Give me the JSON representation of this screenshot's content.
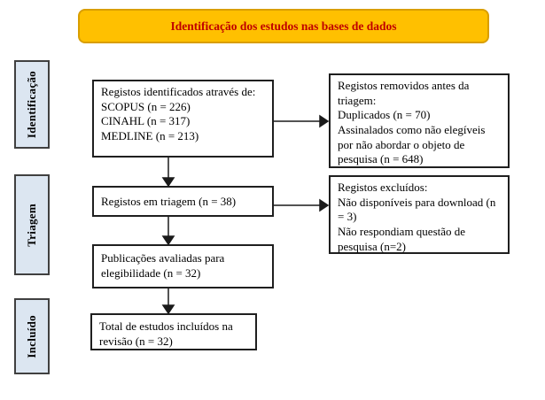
{
  "colors": {
    "header_bg": "#FFC000",
    "header_border": "#D99E00",
    "header_text": "#C00000",
    "stage_bg": "#DCE6F1",
    "stage_border": "#404040",
    "box_border": "#1F1F1F",
    "arrow": "#1A1A1A"
  },
  "header": {
    "title": "Identificação dos estudos nas bases de dados"
  },
  "stages": [
    {
      "label": "Identificação"
    },
    {
      "label": "Triagem"
    },
    {
      "label": "Incluído"
    }
  ],
  "flow": {
    "identified": {
      "lines": [
        "Registos identificados através de:",
        "SCOPUS (n = 226)",
        "CINAHL (n = 317)",
        "MEDLINE (n = 213)"
      ]
    },
    "removed": {
      "lines": [
        "Registos removidos antes da triagem:",
        "Duplicados (n = 70)",
        "Assinalados como não elegíveis por não abordar o objeto de pesquisa (n = 648)"
      ]
    },
    "screening": {
      "label": "Registos em triagem (n = 38)"
    },
    "excluded": {
      "lines": [
        "Registos excluídos:",
        "Não disponíveis para download (n = 3)",
        "Não respondiam questão de pesquisa (n=2)"
      ]
    },
    "eligibility": {
      "label": "Publicações avaliadas para elegibilidade (n = 32)"
    },
    "included": {
      "label": "Total de estudos incluídos na revisão (n = 32)"
    }
  }
}
